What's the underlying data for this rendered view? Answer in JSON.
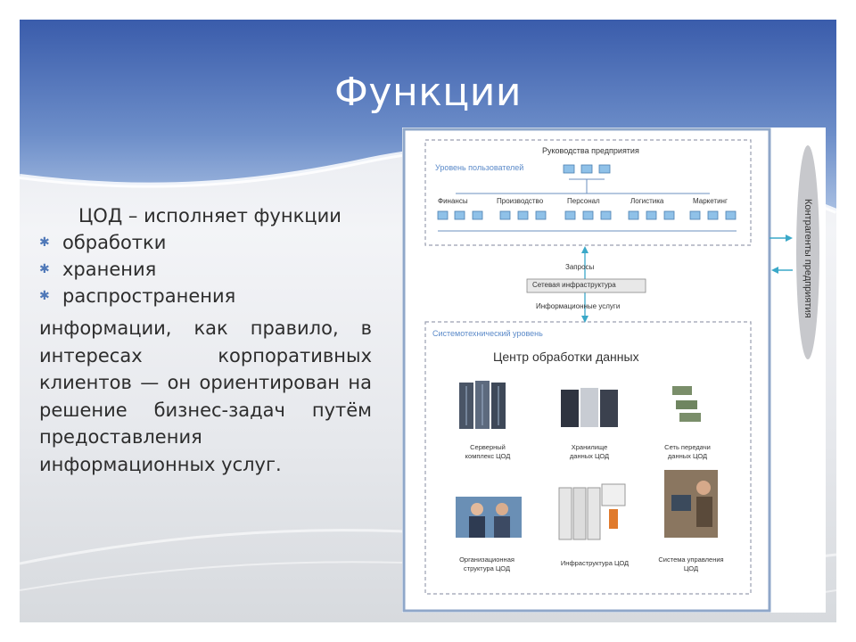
{
  "slide": {
    "title": "Функции",
    "intro": "ЦОД – исполняет функции",
    "bullets": [
      "обработки",
      "хранения",
      "распространения"
    ],
    "paragraph": "информации, как правило, в интересах корпоративных клиентов — он ориентирован на решение бизнес-задач путём предоставления информационных услуг."
  },
  "diagram": {
    "top_title": "Руководства предприятия",
    "user_level": "Уровень пользователей",
    "departments": [
      "Финансы",
      "Производство",
      "Персонал",
      "Логистика",
      "Маркетинг"
    ],
    "requests": "Запросы",
    "network": "Сетевая инфраструктура",
    "info_services": "Информационные услуги",
    "system_level": "Системотехнический уровень",
    "dc_title": "Центр обработки данных",
    "components": [
      "Серверный комплекс ЦОД",
      "Хранилище данных ЦОД",
      "Сеть передачи данных ЦОД",
      "Организационная структура ЦОД",
      "Инфраструктура ЦОД",
      "Система управления ЦОД"
    ],
    "side_label": "Контрагенты предприятия"
  },
  "colors": {
    "header_blue": "#3f62ad",
    "bullet": "#4f78b8",
    "arrow": "#3aa8c8"
  }
}
